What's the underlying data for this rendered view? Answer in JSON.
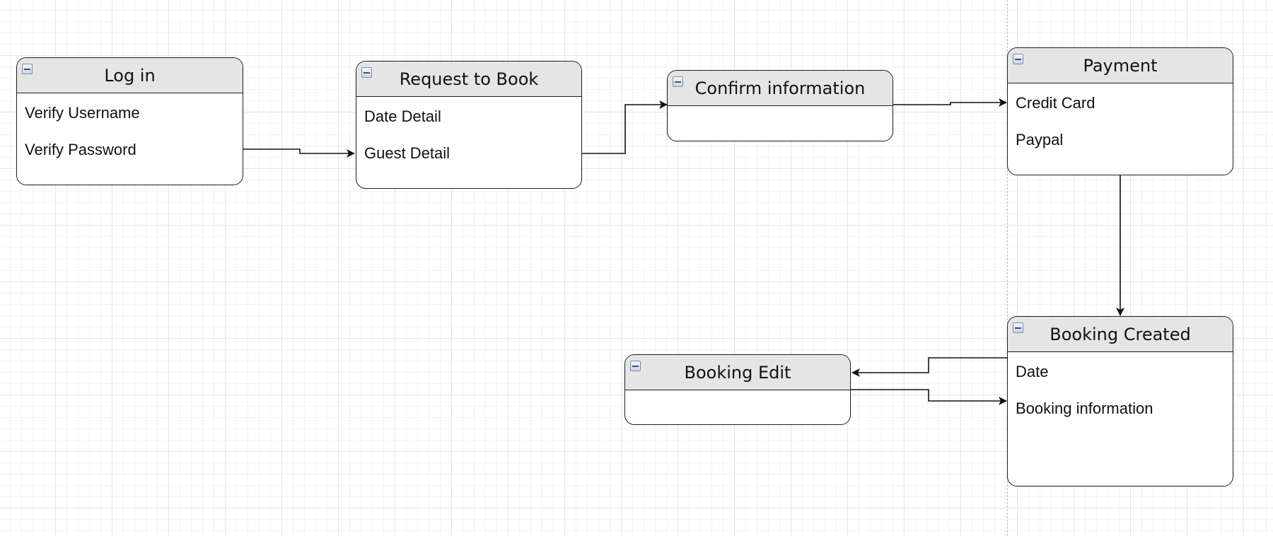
{
  "diagram": {
    "entities": {
      "login": {
        "title": "Log in",
        "fields": [
          "Verify Username",
          "Verify Password"
        ]
      },
      "request": {
        "title": "Request to Book",
        "fields": [
          "Date Detail",
          "Guest Detail"
        ]
      },
      "confirm": {
        "title": "Confirm information",
        "fields": []
      },
      "payment": {
        "title": "Payment",
        "fields": [
          "Credit Card",
          "Paypal"
        ]
      },
      "booking_created": {
        "title": "Booking Created",
        "fields": [
          "Date",
          "Booking information"
        ]
      },
      "booking_edit": {
        "title": "Booking Edit",
        "fields": []
      }
    },
    "connectors": [
      {
        "from": "Log in",
        "to": "Request to Book"
      },
      {
        "from": "Request to Book",
        "to": "Confirm information"
      },
      {
        "from": "Confirm information",
        "to": "Payment"
      },
      {
        "from": "Payment",
        "to": "Booking Created"
      },
      {
        "from": "Booking Created",
        "to": "Booking Edit"
      },
      {
        "from": "Booking Edit",
        "to": "Booking Created"
      }
    ],
    "colors": {
      "header_fill": "#e5e5e5",
      "border": "#1c1c1c",
      "grid_line": "#e4e4e4",
      "collapse_icon": "#7a8da8"
    },
    "icons": {
      "collapse": "minus-square-icon"
    }
  }
}
